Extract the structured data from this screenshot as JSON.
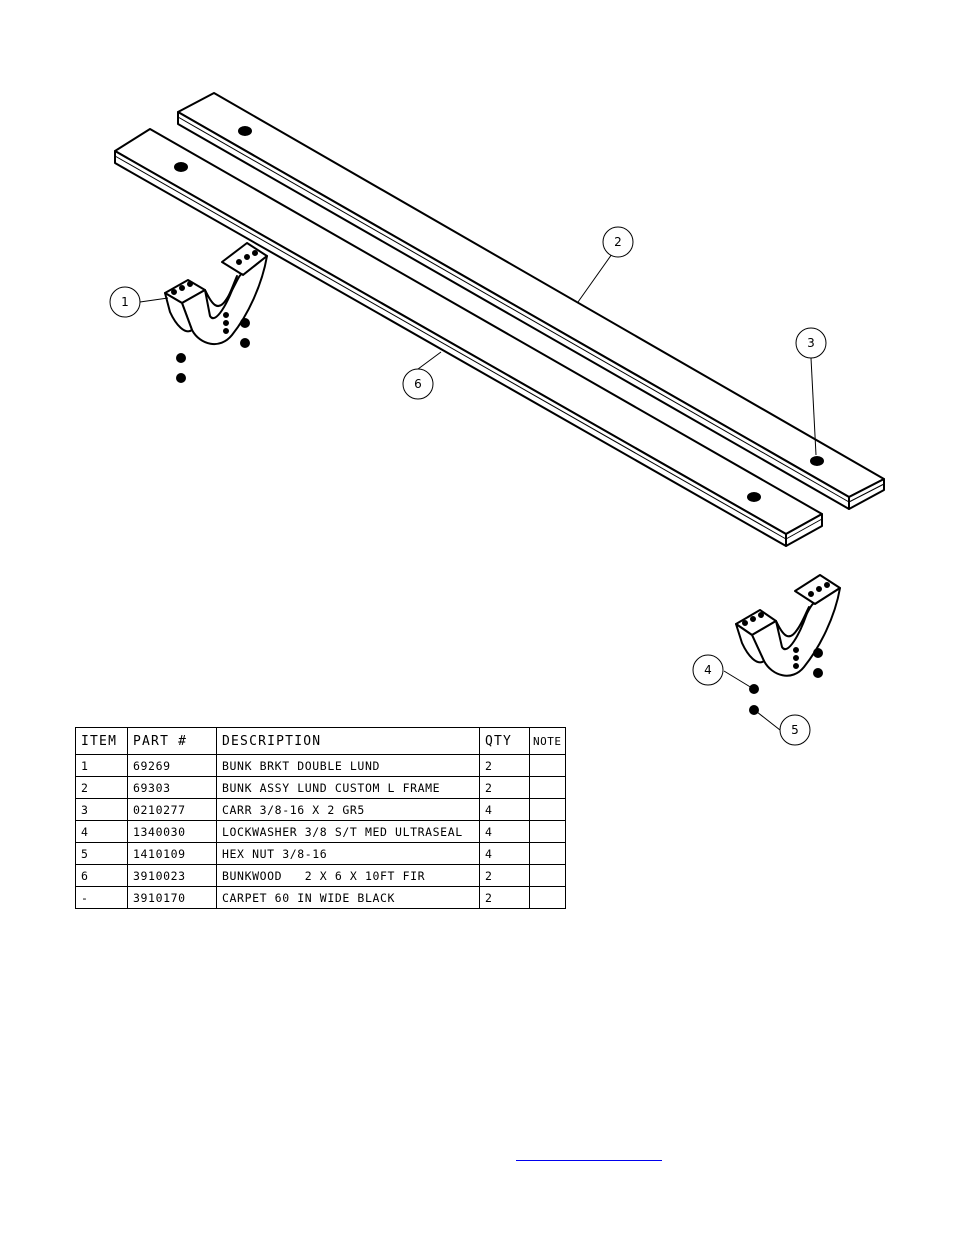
{
  "callouts": [
    {
      "id": "callout-1",
      "label": "1"
    },
    {
      "id": "callout-2",
      "label": "2"
    },
    {
      "id": "callout-3",
      "label": "3"
    },
    {
      "id": "callout-4",
      "label": "4"
    },
    {
      "id": "callout-5",
      "label": "5"
    },
    {
      "id": "callout-6",
      "label": "6"
    }
  ],
  "bom": {
    "headers": {
      "item": "ITEM",
      "part": "PART #",
      "description": "DESCRIPTION",
      "qty": "QTY",
      "note": "NOTE"
    },
    "rows": [
      {
        "item": "1",
        "part": "69269",
        "description": "BUNK BRKT DOUBLE LUND",
        "qty": "2",
        "note": ""
      },
      {
        "item": "2",
        "part": "69303",
        "description": "BUNK ASSY LUND CUSTOM L FRAME",
        "qty": "2",
        "note": ""
      },
      {
        "item": "3",
        "part": "0210277",
        "description": "CARR 3/8-16 X 2 GR5",
        "qty": "4",
        "note": ""
      },
      {
        "item": "4",
        "part": "1340030",
        "description": "LOCKWASHER 3/8 S/T MED ULTRASEAL",
        "qty": "4",
        "note": ""
      },
      {
        "item": "5",
        "part": "1410109",
        "description": "HEX NUT 3/8-16",
        "qty": "4",
        "note": ""
      },
      {
        "item": "6",
        "part": "3910023",
        "description": "BUNKWOOD   2 X 6 X 10FT FIR",
        "qty": "2",
        "note": ""
      },
      {
        "item": "-",
        "part": "3910170",
        "description": "CARPET 60 IN WIDE BLACK",
        "qty": "2",
        "note": ""
      }
    ]
  },
  "footer_link": {
    "text": ""
  }
}
